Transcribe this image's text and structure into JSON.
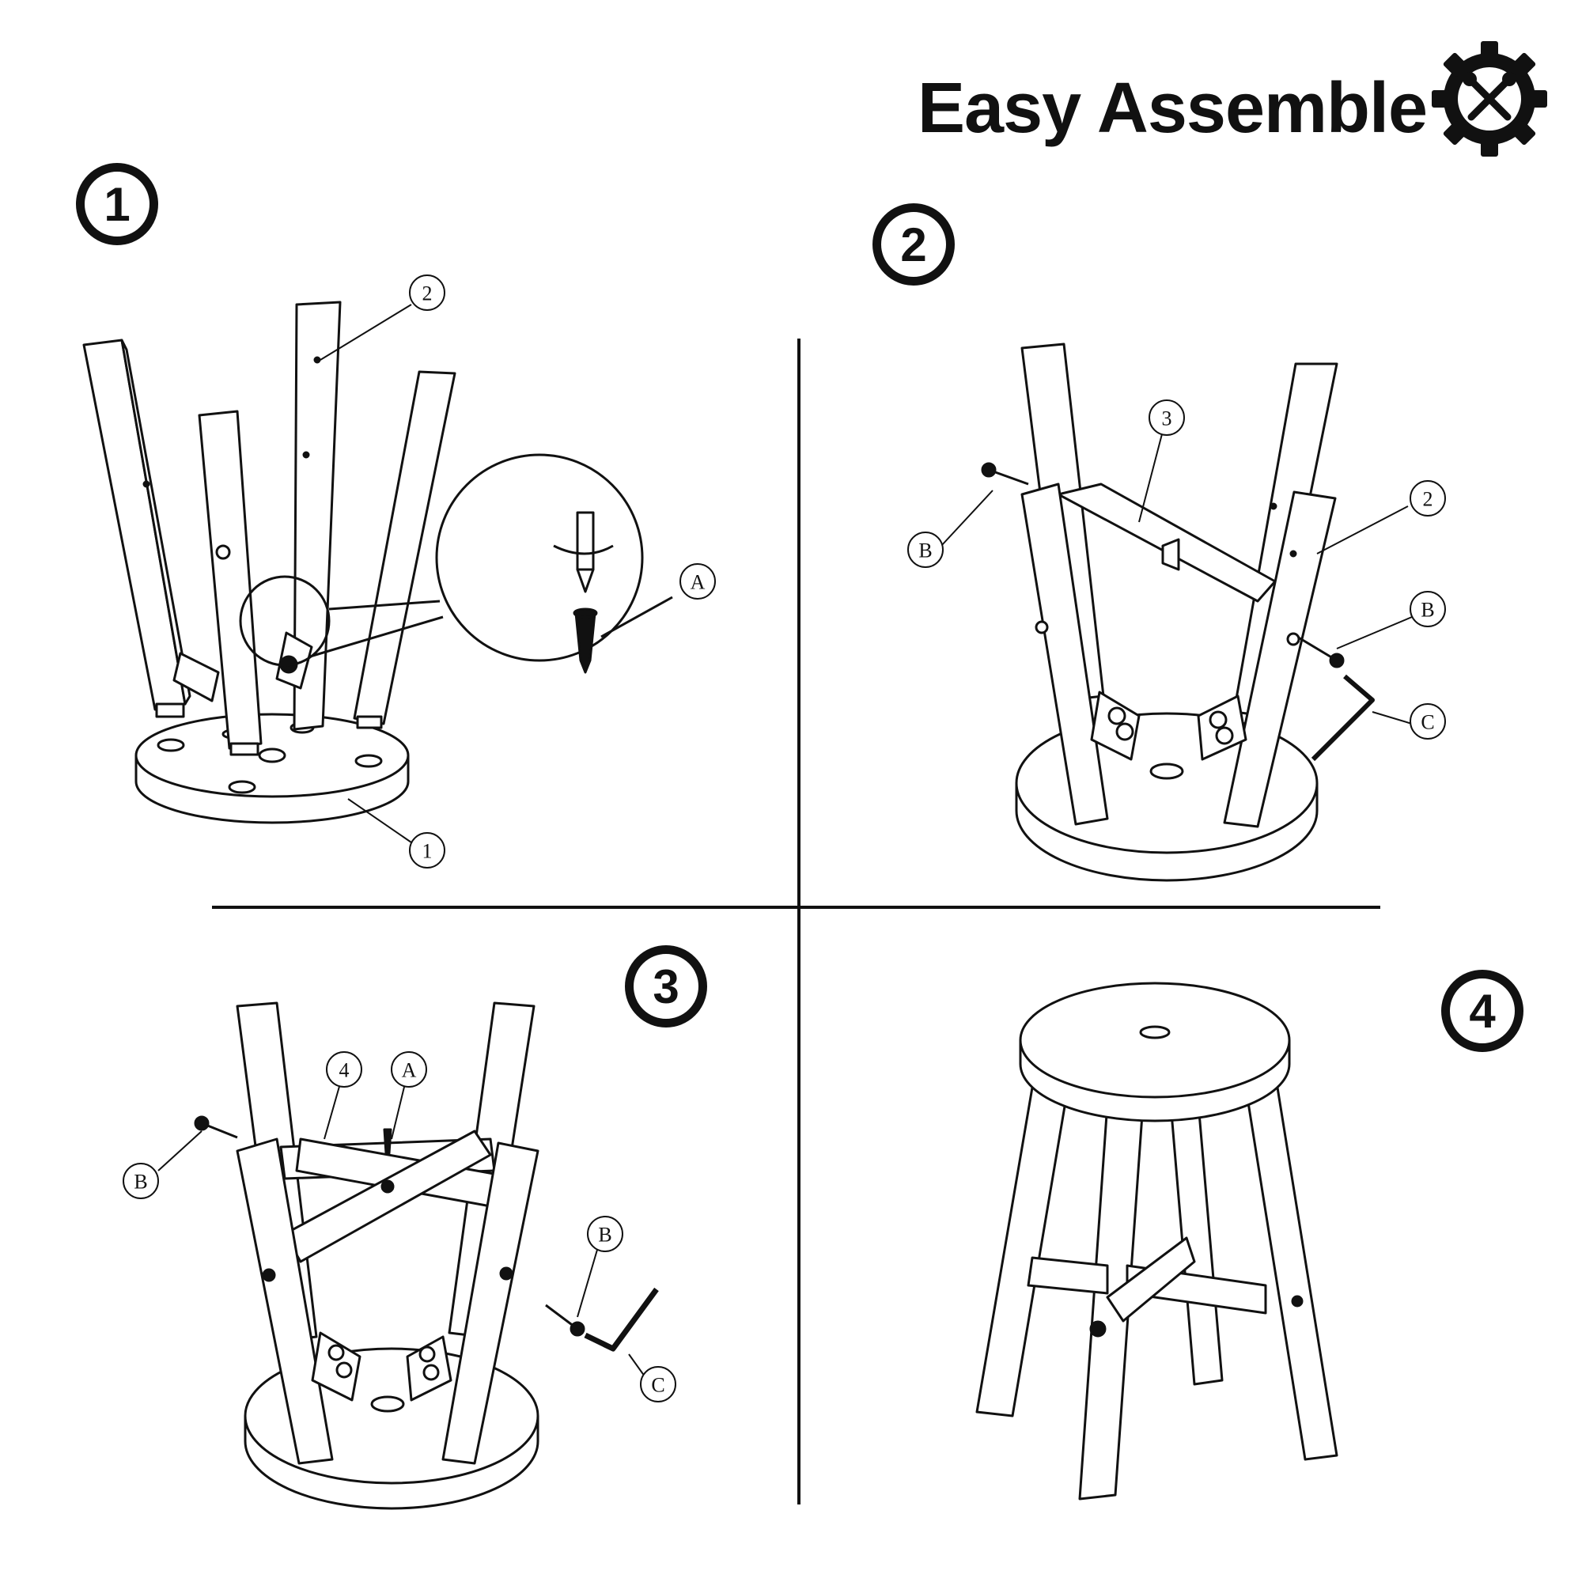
{
  "header": {
    "title": "Easy Assemble",
    "icon": "gear-tools-icon"
  },
  "steps": [
    {
      "number": "1",
      "callouts": [
        "2",
        "A",
        "1"
      ]
    },
    {
      "number": "2",
      "callouts": [
        "3",
        "2",
        "B",
        "B",
        "C"
      ]
    },
    {
      "number": "3",
      "callouts": [
        "4",
        "A",
        "B",
        "B",
        "C"
      ]
    },
    {
      "number": "4",
      "callouts": []
    }
  ],
  "colors": {
    "ink": "#111111",
    "background": "#ffffff"
  }
}
